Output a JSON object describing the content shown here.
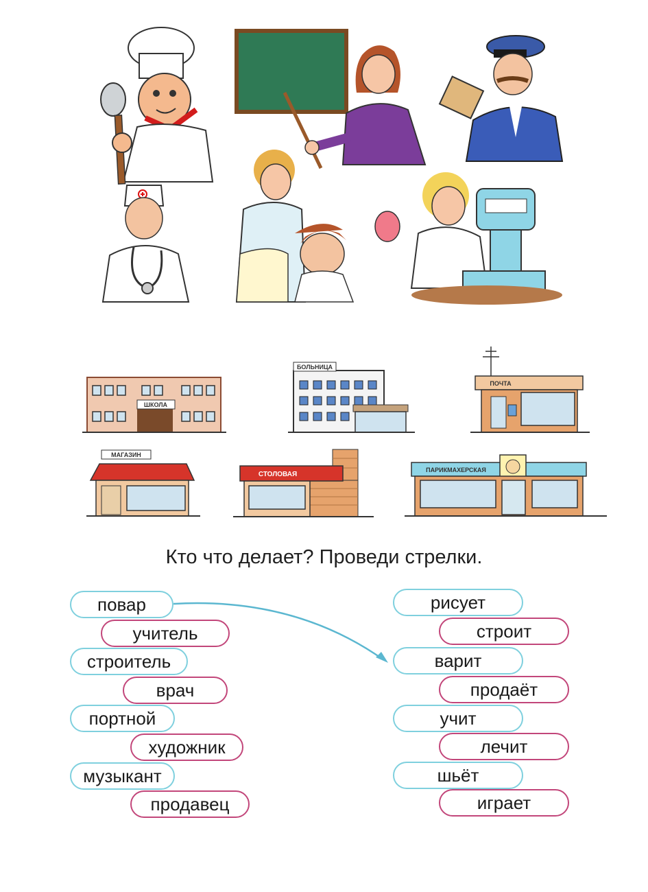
{
  "illustrations": {
    "people": [
      {
        "icon": "cook-icon"
      },
      {
        "icon": "teacher-icon"
      },
      {
        "icon": "postman-icon"
      },
      {
        "icon": "doctor-icon"
      },
      {
        "icon": "hairdresser-icon"
      },
      {
        "icon": "shop-assistant-icon"
      }
    ],
    "buildings": {
      "school": "ШКОЛА",
      "hospital": "БОЛЬНИЦА",
      "post": "ПОЧТА",
      "shop": "МАГАЗИН",
      "canteen": "СТОЛОВАЯ",
      "hairdresser": "ПАРИКМАХЕРСКАЯ"
    }
  },
  "task": {
    "title": "Кто что делает? Проведи стрелки.",
    "professions": [
      "повар",
      "учитель",
      "строитель",
      "врач",
      "портной",
      "художник",
      "музыкант",
      "продавец"
    ],
    "actions": [
      "рисует",
      "строит",
      "варит",
      "продаёт",
      "учит",
      "лечит",
      "шьёт",
      "играет"
    ]
  },
  "colors": {
    "blue_pill": "#7fd0de",
    "pink_pill": "#c2467a",
    "arrow": "#5bb7d0"
  }
}
